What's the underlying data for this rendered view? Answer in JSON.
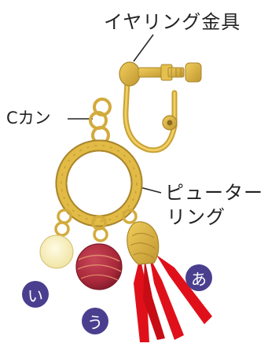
{
  "labels": {
    "earring_fitting": "イヤリング金具",
    "c_ring": "Cカン",
    "pewter_ring_line1": "ピューター",
    "pewter_ring_line2": "リング"
  },
  "badges": {
    "a": "あ",
    "i": "い",
    "u": "う"
  },
  "colors": {
    "gold": "#d9b13f",
    "gold_dark": "#a9862a",
    "badge": "#4a3f8f",
    "tassel": "#e0101a",
    "red_bead": "#a8283a",
    "cream_bead": "#f6efbd"
  }
}
